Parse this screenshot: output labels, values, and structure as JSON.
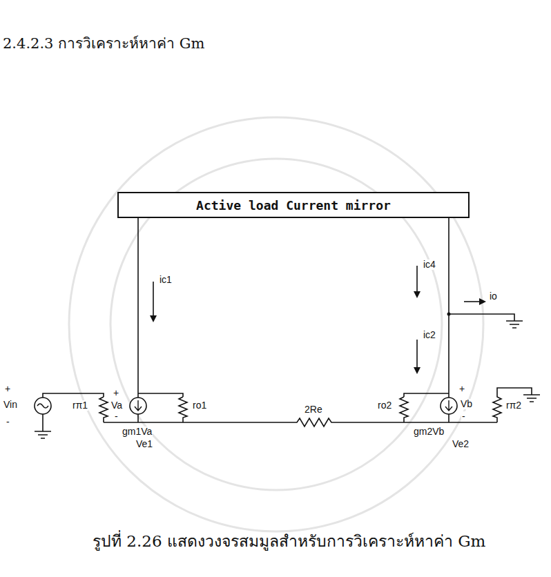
{
  "diagram": {
    "title": "2.4.2.3 การวิเคราะห์หาค่า Gm",
    "caption": "รูปที่ 2.26 แสดงวงจรสมมูลสำหรับการวิเคราะห์หาค่า Gm",
    "nodes": [
      {
        "text": [
          "Active load Current mirror"
        ]
      }
    ],
    "labels": [
      "ic1",
      "ic4",
      "io",
      "ic2",
      "Vin",
      "+",
      "-",
      "rπ1",
      "+",
      "Va",
      "-",
      "gm1Va",
      "ro1",
      "2Re",
      "ro2",
      "gm2Vb",
      "+",
      "Vb",
      "-",
      "rπ2",
      "Ve1",
      "Ve2"
    ]
  }
}
